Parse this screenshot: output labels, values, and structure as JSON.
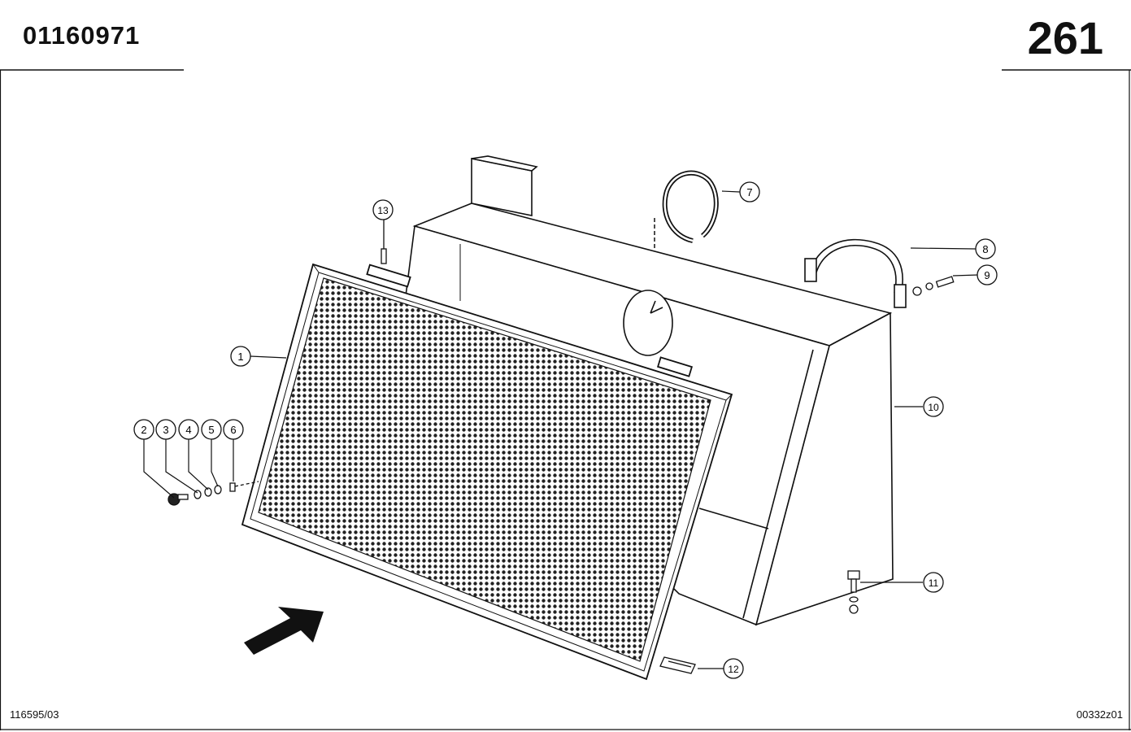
{
  "header": {
    "part_number": "01160971",
    "page_number": "261"
  },
  "footer": {
    "left_code": "116595/03",
    "right_code": "00332z01"
  },
  "callouts": [
    {
      "id": "1",
      "label": "1"
    },
    {
      "id": "2",
      "label": "2"
    },
    {
      "id": "3",
      "label": "3"
    },
    {
      "id": "4",
      "label": "4"
    },
    {
      "id": "5",
      "label": "5"
    },
    {
      "id": "6",
      "label": "6"
    },
    {
      "id": "7",
      "label": "7"
    },
    {
      "id": "8",
      "label": "8"
    },
    {
      "id": "9",
      "label": "9"
    },
    {
      "id": "10",
      "label": "10"
    },
    {
      "id": "11",
      "label": "11"
    },
    {
      "id": "12",
      "label": "12"
    },
    {
      "id": "13",
      "label": "13"
    }
  ]
}
